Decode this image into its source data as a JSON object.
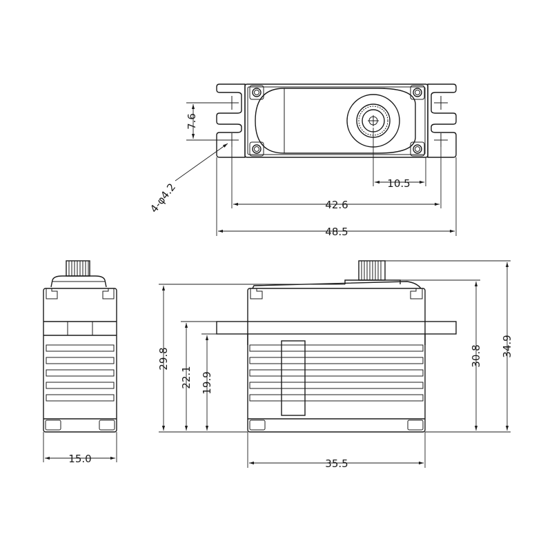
{
  "dimensions": {
    "hole_pitch_vertical": "7.6",
    "hole_spec": "4-φ4.2",
    "shaft_offset": "10.5",
    "hole_spacing": "42.6",
    "flange_width": "48.5",
    "body_height": "29.8",
    "flange_height_top": "22.1",
    "flange_height_bottom": "19.9",
    "side_width": "15.0",
    "body_width": "35.5",
    "top_to_case": "30.8",
    "overall_height": "34.9"
  }
}
